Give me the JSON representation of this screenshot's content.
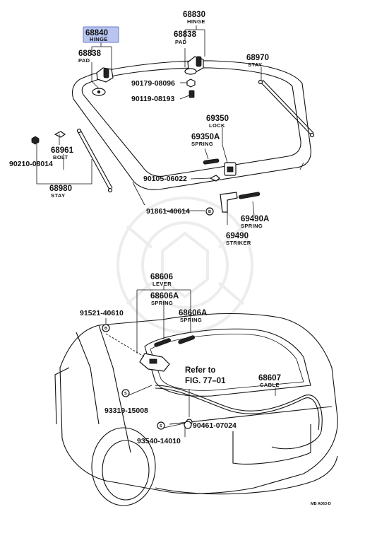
{
  "parts": {
    "hinge_left": {
      "number": "68840",
      "desc": "HINGE"
    },
    "hinge_right": {
      "number": "68830",
      "desc": "HINGE"
    },
    "pad_left": {
      "number": "68838",
      "desc": "PAD"
    },
    "pad_right": {
      "number": "68838",
      "desc": "PAD"
    },
    "stay_right": {
      "number": "68970",
      "desc": "STAY"
    },
    "nut_a": {
      "number": "90179-08096"
    },
    "bolt_a": {
      "number": "90119-08193"
    },
    "lock": {
      "number": "69350",
      "desc": "LOCK"
    },
    "lock_spring": {
      "number": "69350A",
      "desc": "SPRING"
    },
    "bolt_stay": {
      "number": "68961",
      "desc": "BOLT"
    },
    "nut_b": {
      "number": "90210-08014"
    },
    "stay_left": {
      "number": "68980",
      "desc": "STAY"
    },
    "screw_a": {
      "number": "90105-06022"
    },
    "clip_b": {
      "number": "91861-40614",
      "marker": "B"
    },
    "striker_spring": {
      "number": "69490A",
      "desc": "SPRING"
    },
    "striker": {
      "number": "69490",
      "desc": "STRIKER"
    },
    "lever": {
      "number": "68606",
      "desc": "LEVER"
    },
    "lever_spring_1": {
      "number": "68606A",
      "desc": "SPRING"
    },
    "lever_spring_2": {
      "number": "68606A",
      "desc": "SPRING"
    },
    "clip_b2": {
      "number": "91521-40610",
      "marker": "B"
    },
    "cable": {
      "number": "68607",
      "desc": "CABLE"
    },
    "clamp_s1": {
      "number": "93319-15008",
      "marker": "S"
    },
    "clip_60": {
      "number": "90461-07024"
    },
    "clamp_s2": {
      "number": "93540-14010",
      "marker": "S"
    }
  },
  "reference": {
    "line1": "Refer to",
    "line2": "FIG. 77–01"
  },
  "figure_code": "MB A063-D",
  "highlight_color": "#b9c4f0"
}
